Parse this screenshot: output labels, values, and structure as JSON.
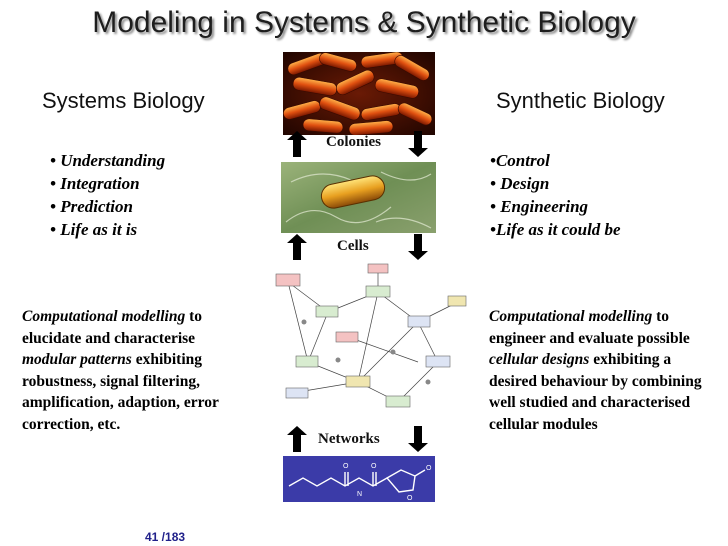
{
  "slide": {
    "title": "Modeling in Systems & Synthetic Biology",
    "left": {
      "heading": "Systems Biology",
      "bullets": [
        "• Understanding",
        "• Integration",
        "• Prediction",
        "• Life as it is"
      ],
      "para": {
        "em1": "Computational modelling",
        "t1": " to elucidate and characterise ",
        "em2": "modular patterns",
        "t2": " exhibiting robustness, signal filtering, amplification, adaption, error correction, etc."
      }
    },
    "right": {
      "heading": "Synthetic Biology",
      "bullets": [
        "•Control",
        "• Design",
        "• Engineering",
        "•Life as it could be"
      ],
      "para": {
        "em1": "Computational modelling",
        "t1": " to engineer and  evaluate possible ",
        "em2": "cellular designs",
        "t2": " exhibiting a desired behaviour by combining well studied and  characterised cellular modules"
      }
    },
    "center": {
      "labels": [
        "Colonies",
        "Cells",
        "Networks"
      ]
    },
    "footer": {
      "page": "41 /183"
    }
  },
  "icons": {
    "arrow_up": "arrow-up-icon",
    "arrow_down": "arrow-down-icon"
  },
  "colors": {
    "title_shadow": "#888888",
    "arrow": "#000000",
    "footer": "#20208a",
    "molecule_bg": "#3b3ba8"
  }
}
